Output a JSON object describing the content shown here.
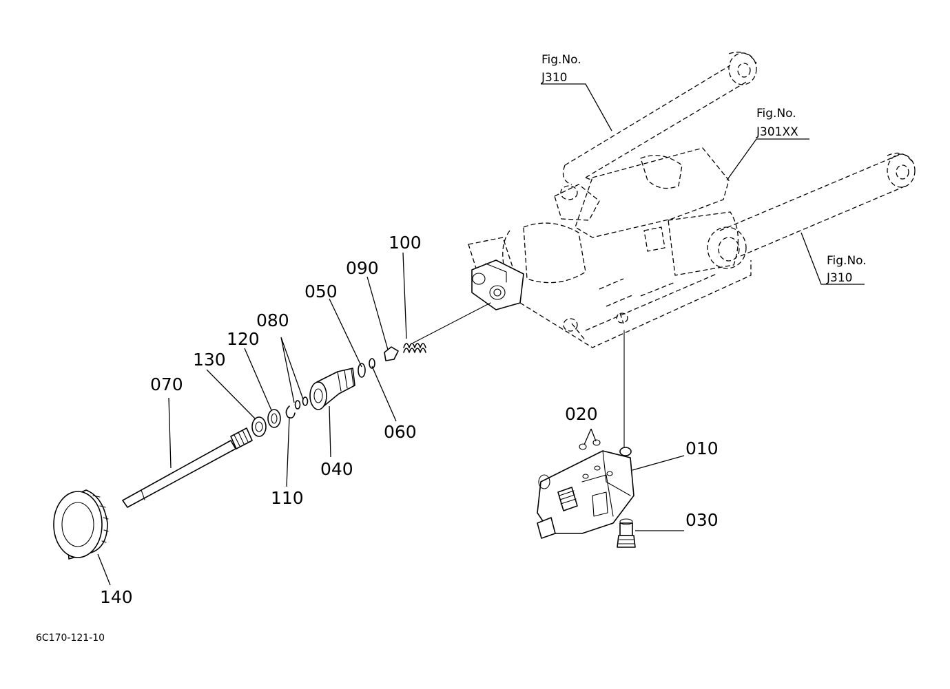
{
  "figure_refs": [
    {
      "label": "Fig.No.",
      "code": "J310"
    },
    {
      "label": "Fig.No.",
      "code": "J301XX"
    },
    {
      "label": "Fig.No.",
      "code": "J310"
    }
  ],
  "parts": [
    {
      "id": "p010",
      "number": "010"
    },
    {
      "id": "p020",
      "number": "020"
    },
    {
      "id": "p030",
      "number": "030"
    },
    {
      "id": "p040",
      "number": "040"
    },
    {
      "id": "p050",
      "number": "050"
    },
    {
      "id": "p060",
      "number": "060"
    },
    {
      "id": "p070",
      "number": "070"
    },
    {
      "id": "p080",
      "number": "080"
    },
    {
      "id": "p090",
      "number": "090"
    },
    {
      "id": "p100",
      "number": "100"
    },
    {
      "id": "p110",
      "number": "110"
    },
    {
      "id": "p120",
      "number": "120"
    },
    {
      "id": "p130",
      "number": "130"
    },
    {
      "id": "p140",
      "number": "140"
    }
  ],
  "drawing_code": "6C170-121-10"
}
